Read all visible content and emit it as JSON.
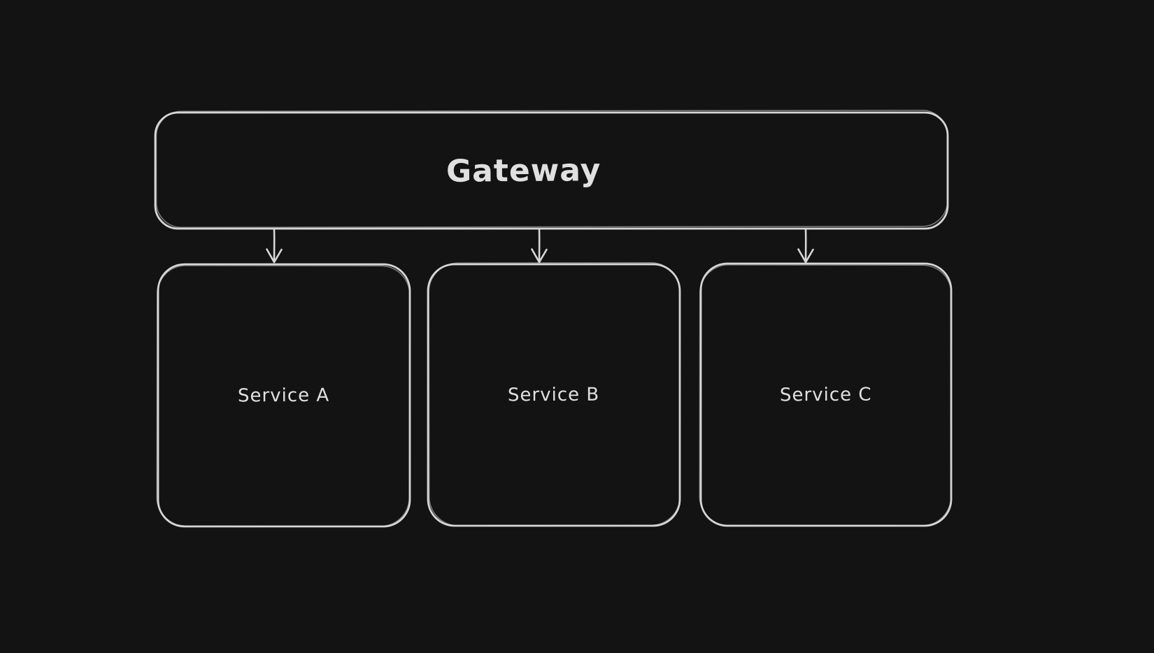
{
  "canvas": {
    "background_color": "#131313",
    "stroke_color": "#d6d6d6",
    "text_color": "#e0e0e0"
  },
  "diagram": {
    "nodes": [
      {
        "id": "gateway",
        "label": "Gateway",
        "shape": "rectangle"
      },
      {
        "id": "service-a",
        "label": "Service A",
        "shape": "rectangle"
      },
      {
        "id": "service-b",
        "label": "Service B",
        "shape": "rectangle"
      },
      {
        "id": "service-c",
        "label": "Service C",
        "shape": "rectangle"
      }
    ],
    "edges": [
      {
        "from": "gateway",
        "to": "service-a",
        "type": "arrow"
      },
      {
        "from": "gateway",
        "to": "service-b",
        "type": "arrow"
      },
      {
        "from": "gateway",
        "to": "service-c",
        "type": "arrow"
      }
    ]
  }
}
